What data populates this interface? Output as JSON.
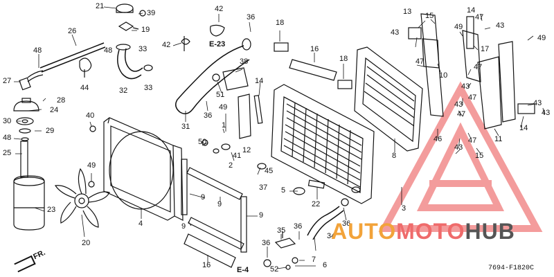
{
  "diagram_code": "7694-F1820C",
  "direction_label": "FR.",
  "refs": [
    "E-23",
    "E-4"
  ],
  "watermark": {
    "brand": "AUTOMOTOHUB",
    "part_a": "AUTO",
    "part_b": "MOTO",
    "part_c": "HUB",
    "color_a": "#f2a33a",
    "color_b": "#ef6b6b",
    "color_c": "#555555"
  },
  "callouts": [
    {
      "id": "c21",
      "label": "21"
    },
    {
      "id": "c39",
      "label": "39"
    },
    {
      "id": "c19",
      "label": "19"
    },
    {
      "id": "c26",
      "label": "26"
    },
    {
      "id": "c48a",
      "label": "48"
    },
    {
      "id": "c48b",
      "label": "48"
    },
    {
      "id": "c44",
      "label": "44"
    },
    {
      "id": "c33a",
      "label": "33"
    },
    {
      "id": "c33b",
      "label": "33"
    },
    {
      "id": "c32",
      "label": "32"
    },
    {
      "id": "c27",
      "label": "27"
    },
    {
      "id": "c28",
      "label": "28"
    },
    {
      "id": "c24",
      "label": "24"
    },
    {
      "id": "c30",
      "label": "30"
    },
    {
      "id": "c29",
      "label": "29"
    },
    {
      "id": "c48c",
      "label": "48"
    },
    {
      "id": "c25",
      "label": "25"
    },
    {
      "id": "c40",
      "label": "40"
    },
    {
      "id": "c23",
      "label": "23"
    },
    {
      "id": "c49a",
      "label": "49"
    },
    {
      "id": "c20",
      "label": "20"
    },
    {
      "id": "c42a",
      "label": "42"
    },
    {
      "id": "c42b",
      "label": "42"
    },
    {
      "id": "c36a",
      "label": "36"
    },
    {
      "id": "c18a",
      "label": "18"
    },
    {
      "id": "c16a",
      "label": "16"
    },
    {
      "id": "c18b",
      "label": "18"
    },
    {
      "id": "c38",
      "label": "38"
    },
    {
      "id": "c51",
      "label": "51"
    },
    {
      "id": "c36b",
      "label": "36"
    },
    {
      "id": "c31",
      "label": "31"
    },
    {
      "id": "c49b",
      "label": "49"
    },
    {
      "id": "c14a",
      "label": "14"
    },
    {
      "id": "c1",
      "label": "1"
    },
    {
      "id": "c50",
      "label": "50"
    },
    {
      "id": "c41",
      "label": "41"
    },
    {
      "id": "c2",
      "label": "2"
    },
    {
      "id": "c12",
      "label": "12"
    },
    {
      "id": "c45",
      "label": "45"
    },
    {
      "id": "c37",
      "label": "37"
    },
    {
      "id": "c4",
      "label": "4"
    },
    {
      "id": "c9a",
      "label": "9"
    },
    {
      "id": "c9b",
      "label": "9"
    },
    {
      "id": "c9c",
      "label": "9"
    },
    {
      "id": "c9d",
      "label": "9"
    },
    {
      "id": "c16b",
      "label": "16"
    },
    {
      "id": "c5",
      "label": "5"
    },
    {
      "id": "c22",
      "label": "22"
    },
    {
      "id": "c35",
      "label": "35"
    },
    {
      "id": "c36c",
      "label": "36"
    },
    {
      "id": "c36d",
      "label": "36"
    },
    {
      "id": "c36e",
      "label": "36"
    },
    {
      "id": "c34",
      "label": "34"
    },
    {
      "id": "c7",
      "label": "7"
    },
    {
      "id": "c52",
      "label": "52"
    },
    {
      "id": "c6",
      "label": "6"
    },
    {
      "id": "c3",
      "label": "3"
    },
    {
      "id": "c8",
      "label": "8"
    },
    {
      "id": "c13",
      "label": "13"
    },
    {
      "id": "c15a",
      "label": "15"
    },
    {
      "id": "c14b",
      "label": "14"
    },
    {
      "id": "c47a",
      "label": "47"
    },
    {
      "id": "c43a",
      "label": "43"
    },
    {
      "id": "c43b",
      "label": "43"
    },
    {
      "id": "c47b",
      "label": "47"
    },
    {
      "id": "c10",
      "label": "10"
    },
    {
      "id": "c49c",
      "label": "49"
    },
    {
      "id": "c17",
      "label": "17"
    },
    {
      "id": "c49d",
      "label": "49"
    },
    {
      "id": "c47c",
      "label": "47"
    },
    {
      "id": "c43c",
      "label": "43"
    },
    {
      "id": "c47d",
      "label": "47"
    },
    {
      "id": "c46",
      "label": "46"
    },
    {
      "id": "c43d",
      "label": "43"
    },
    {
      "id": "c47e",
      "label": "47"
    },
    {
      "id": "c15b",
      "label": "15"
    },
    {
      "id": "c11",
      "label": "11"
    },
    {
      "id": "c14c",
      "label": "14"
    },
    {
      "id": "c43e",
      "label": "43"
    },
    {
      "id": "c43f",
      "label": "43"
    },
    {
      "id": "c47f",
      "label": "47"
    },
    {
      "id": "c43g",
      "label": "43"
    }
  ]
}
